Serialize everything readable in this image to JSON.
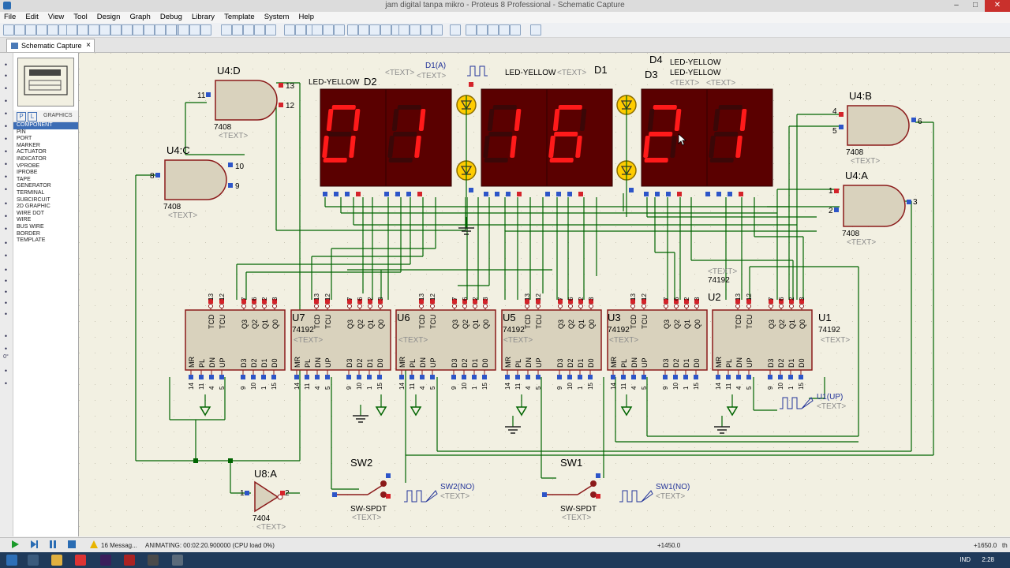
{
  "window": {
    "title": "jam digital tanpa mikro - Proteus 8 Professional - Schematic Capture",
    "minimize": "–",
    "maximize": "□",
    "close": "✕"
  },
  "menu": [
    "File",
    "Edit",
    "View",
    "Tool",
    "Design",
    "Graph",
    "Debug",
    "Library",
    "Template",
    "System",
    "Help"
  ],
  "tab": {
    "label": "Schematic Capture",
    "close": "×"
  },
  "panel": {
    "mode_p": "P",
    "mode_l": "L",
    "title": "GRAPHICS",
    "items": [
      "COMPONENT",
      "PIN",
      "PORT",
      "MARKER",
      "ACTUATOR",
      "INDICATOR",
      "VPROBE",
      "IPROBE",
      "TAPE",
      "GENERATOR",
      "TERMINAL",
      "SUBCIRCUIT",
      "2D GRAPHIC",
      "WIRE DOT",
      "WIRE",
      "BUS WIRE",
      "BORDER",
      "TEMPLATE"
    ],
    "selected": "COMPONENT",
    "angle": "0°"
  },
  "schematic": {
    "text_placeholder": "<TEXT>",
    "displays": [
      {
        "ref": "D2",
        "type": "LED-YELLOW",
        "digits": [
          "0",
          "1"
        ]
      },
      {
        "ref": "D1",
        "type": "LED-YELLOW",
        "digits": [
          "1",
          "6"
        ]
      },
      {
        "ref": "D3",
        "type": "LED-YELLOW",
        "digits": [
          "2",
          "1"
        ]
      }
    ],
    "d4": {
      "ref": "D4",
      "type": "LED-YELLOW"
    },
    "d1a": "D1(A)",
    "gates": [
      {
        "ref": "U4:D",
        "part": "7408",
        "in": [
          "11",
          "12"
        ],
        "out": "13"
      },
      {
        "ref": "U4:C",
        "part": "7408",
        "in": [
          "10",
          "9"
        ],
        "out": "8"
      },
      {
        "ref": "U4:B",
        "part": "7408",
        "in": [
          "4",
          "5"
        ],
        "out": "6"
      },
      {
        "ref": "U4:A",
        "part": "7408",
        "in": [
          "1",
          "2"
        ],
        "out": "3"
      }
    ],
    "not_gate": {
      "ref": "U8:A",
      "part": "7404",
      "in": "1",
      "out": "2"
    },
    "counters": [
      {
        "ref": "U7",
        "part": "74192"
      },
      {
        "ref": "U6",
        "part": "74192"
      },
      {
        "ref": "U5",
        "part": "74192"
      },
      {
        "ref": "U3",
        "part": "74192"
      },
      {
        "ref": "U2",
        "part": "74192"
      },
      {
        "ref": "U1",
        "part": "74192"
      }
    ],
    "counter_top_pins": [
      "13",
      "12",
      "7",
      "6",
      "2",
      "3"
    ],
    "counter_top_labels": [
      "TCD",
      "TCU",
      "Q3",
      "Q2",
      "Q1",
      "Q0"
    ],
    "counter_bottom_labels": [
      "MR",
      "PL",
      "DN",
      "UP",
      "D3",
      "D2",
      "D1",
      "D0"
    ],
    "counter_bottom_pins": [
      "14",
      "11",
      "4",
      "5",
      "9",
      "10",
      "1",
      "15"
    ],
    "switches": [
      {
        "ref": "SW2",
        "part": "SW-SPDT",
        "gen": "SW2(NO)"
      },
      {
        "ref": "SW1",
        "part": "SW-SPDT",
        "gen": "SW1(NO)"
      }
    ],
    "clock_gen": "U1(UP)"
  },
  "status": {
    "messages": "16 Messag...",
    "animating": "ANIMATING: 00:02:20.900000 (CPU load 0%)",
    "coord_x": "+1450.0",
    "coord_y": "+1650.0",
    "unit": "th"
  },
  "taskbar": {
    "lang": "IND",
    "time": "2:28"
  },
  "colors": {
    "segment_on": "#ff1a1a",
    "segment_off": "#3a0707",
    "display_bg": "#5a0000",
    "wire": "#006400",
    "chip_fill": "#d9d2bd",
    "chip_stroke": "#8b1a1a",
    "canvas": "#f2f0e2"
  }
}
